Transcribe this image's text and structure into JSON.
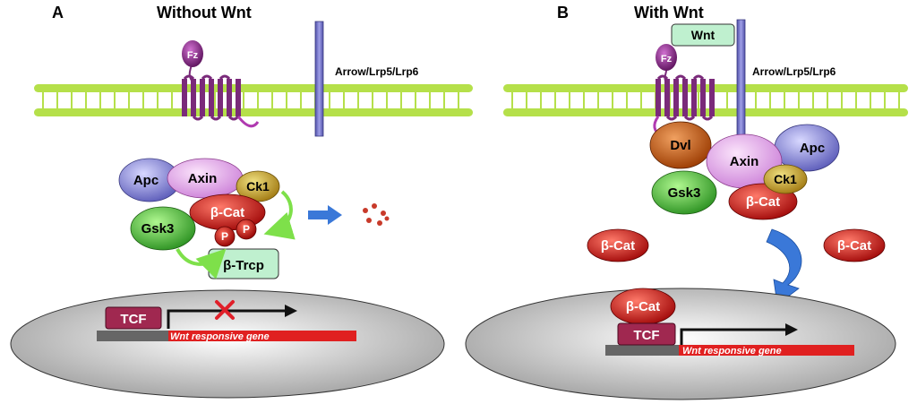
{
  "panel_a": {
    "letter": "A",
    "title": "Without Wnt",
    "frizzled": "Fz",
    "receptor": "Arrow/Lrp5/Lrp6",
    "apc": "Apc",
    "axin": "Axin",
    "ck1": "Ck1",
    "bcat": "β-Cat",
    "gsk3": "Gsk3",
    "p1": "P",
    "p2": "P",
    "btrcp": "β-Trcp",
    "tcf": "TCF",
    "gene": "Wnt responsive gene"
  },
  "panel_b": {
    "letter": "B",
    "title": "With Wnt",
    "wnt": "Wnt",
    "frizzled": "Fz",
    "receptor": "Arrow/Lrp5/Lrp6",
    "dvl": "Dvl",
    "axin": "Axin",
    "apc": "Apc",
    "ck1": "Ck1",
    "gsk3": "Gsk3",
    "bcat_complex": "β-Cat",
    "bcat_free_left": "β-Cat",
    "bcat_free_right": "β-Cat",
    "bcat_nuclear": "β-Cat",
    "tcf": "TCF",
    "gene": "Wnt responsive gene"
  },
  "colors": {
    "membrane": "#b5e04a",
    "frizzled": "#7a2a7a",
    "receptor": "#7070c0",
    "apc": "#8a8ad8",
    "axin": "#e8a8e8",
    "ck1": "#c8a020",
    "bcat": "#c81818",
    "gsk3": "#40b830",
    "dvl": "#c85a10",
    "btrcp": "#bff0cf",
    "tcf": "#a02850",
    "gene": "#e02020",
    "arrow_blue": "#3a78d8",
    "arrow_green": "#7ee04a"
  }
}
